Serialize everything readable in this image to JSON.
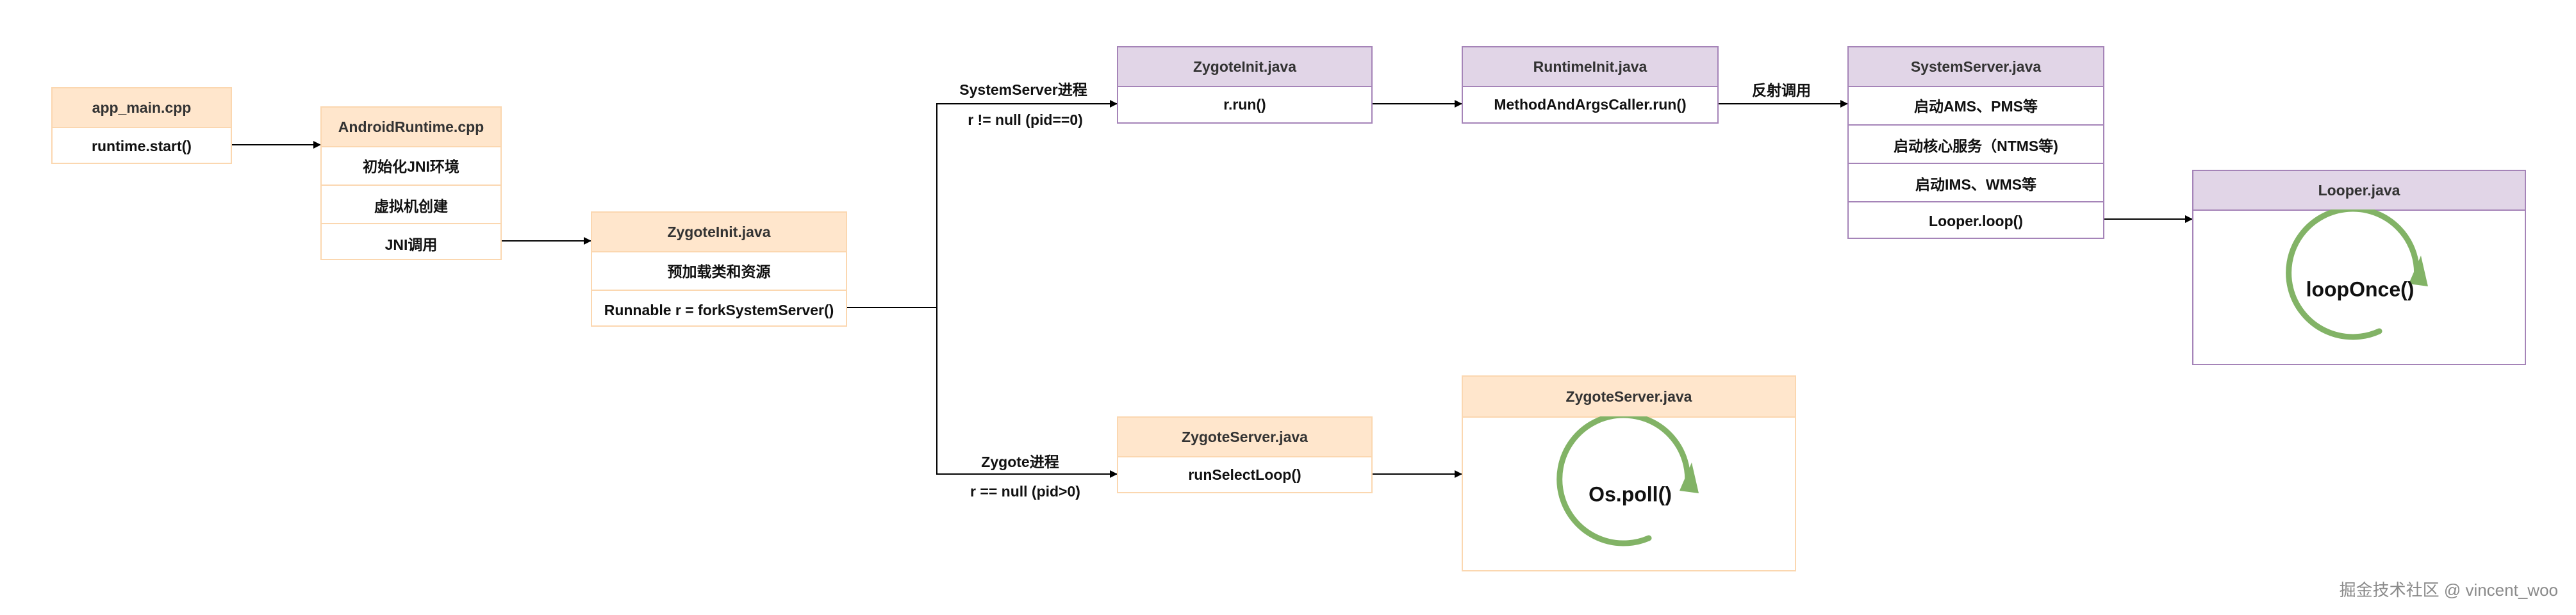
{
  "nodes": {
    "app_main": {
      "title": "app_main.cpp",
      "rows": [
        "runtime.start()"
      ]
    },
    "android_runtime": {
      "title": "AndroidRuntime.cpp",
      "rows": [
        "初始化JNI环境",
        "虚拟机创建",
        "JNI调用"
      ]
    },
    "zygote_init_left": {
      "title": "ZygoteInit.java",
      "rows": [
        "预加载类和资源",
        "Runnable r = forkSystemServer()"
      ]
    },
    "zygote_init_top": {
      "title": "ZygoteInit.java",
      "rows": [
        "r.run()"
      ]
    },
    "runtime_init": {
      "title": "RuntimeInit.java",
      "rows": [
        "MethodAndArgsCaller.run()"
      ]
    },
    "system_server": {
      "title": "SystemServer.java",
      "rows": [
        "启动AMS、PMS等",
        "启动核心服务（NTMS等)",
        "启动IMS、WMS等",
        "Looper.loop()"
      ]
    },
    "looper": {
      "title": "Looper.java",
      "loop_label": "loopOnce()"
    },
    "zygote_server_small": {
      "title": "ZygoteServer.java",
      "rows": [
        "runSelectLoop()"
      ]
    },
    "zygote_server_big": {
      "title": "ZygoteServer.java",
      "loop_label": "Os.poll()"
    }
  },
  "edge_labels": {
    "system_server_process": "SystemServer进程",
    "system_server_condition": "r != null (pid==0)",
    "zygote_process": "Zygote进程",
    "zygote_condition": "r == null (pid>0)",
    "reflection_call": "反射调用"
  },
  "watermark": "掘金技术社区 @ vincent_woo",
  "colors": {
    "orange_fill": "#ffe6cc",
    "orange_stroke": "#fbd7b0",
    "purple_fill": "#e1d5e7",
    "purple_stroke": "#a584b8",
    "loop_arrow": "#82b366"
  }
}
